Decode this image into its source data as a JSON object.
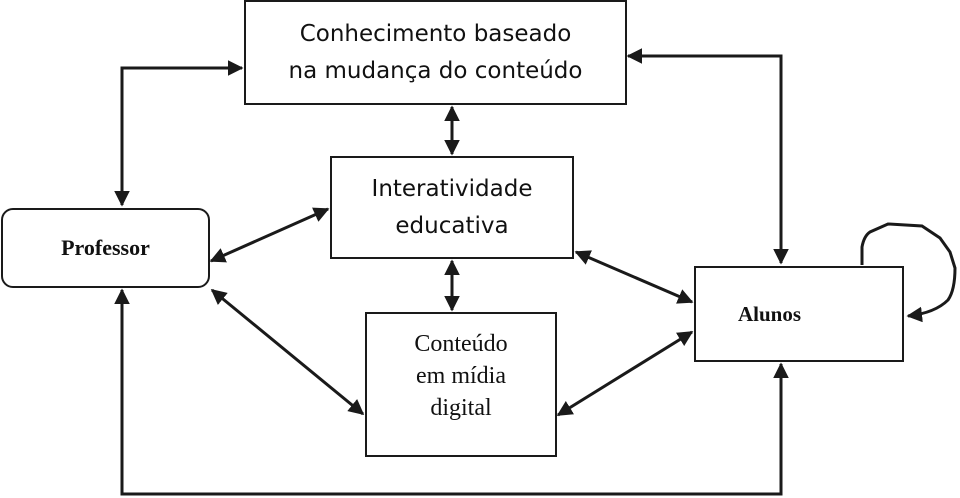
{
  "diagram": {
    "nodes": {
      "conhecimento": {
        "lines": [
          "Conhecimento baseado",
          "na mudança do conteúdo"
        ]
      },
      "interatividade": {
        "lines": [
          "Interatividade",
          "educativa"
        ]
      },
      "professor": {
        "label": "Professor"
      },
      "conteudo": {
        "lines": [
          "Conteúdo",
          "em mídia",
          "digital"
        ]
      },
      "alunos": {
        "label": "Alunos"
      }
    },
    "edges": [
      {
        "from": "professor",
        "to": "conhecimento",
        "direction": "both"
      },
      {
        "from": "alunos",
        "to": "conhecimento",
        "direction": "both"
      },
      {
        "from": "conhecimento",
        "to": "interatividade",
        "direction": "both"
      },
      {
        "from": "professor",
        "to": "interatividade",
        "direction": "both"
      },
      {
        "from": "interatividade",
        "to": "conteudo",
        "direction": "both"
      },
      {
        "from": "interatividade",
        "to": "alunos",
        "direction": "both"
      },
      {
        "from": "professor",
        "to": "conteudo",
        "direction": "both"
      },
      {
        "from": "conteudo",
        "to": "alunos",
        "direction": "both"
      },
      {
        "from": "professor",
        "to": "alunos",
        "direction": "both",
        "route": "bottom"
      },
      {
        "from": "alunos",
        "to": "alunos",
        "direction": "self-loop"
      }
    ],
    "colors": {
      "stroke": "#1a1a1a",
      "background": "#ffffff"
    }
  }
}
